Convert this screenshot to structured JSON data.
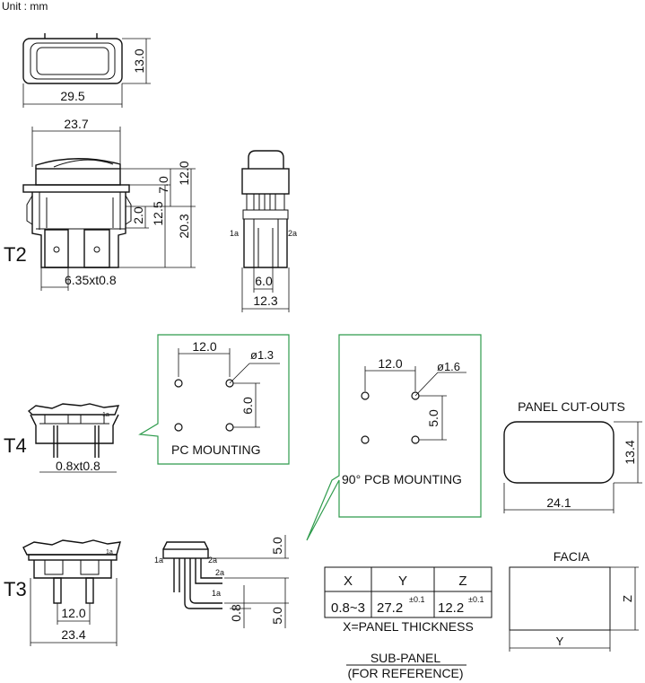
{
  "unit_label": "Unit : mm",
  "top_view": {
    "height": "13.0",
    "width": "29.5"
  },
  "t2": {
    "label": "T2",
    "overall_width": "23.7",
    "dim_12": "12.0",
    "dim_7": "7.0",
    "dim_2": "2.0",
    "dim_12_5": "12.5",
    "dim_20_3": "20.3",
    "terminal": "6.35xt0.8",
    "side_6": "6.0",
    "side_12_3": "12.3",
    "pin_left": "1a",
    "pin_right": "2a"
  },
  "t4": {
    "label": "T4",
    "pin": "0.8xt0.8",
    "pin_small": "1a"
  },
  "pc_mounting": {
    "title": "PC MOUNTING",
    "pitch_x": "12.0",
    "pitch_y": "6.0",
    "hole": "ø1.3"
  },
  "pcb_90": {
    "title": "90° PCB MOUNTING",
    "pitch_x": "12.0",
    "pitch_y": "5.0",
    "hole": "ø1.6"
  },
  "panel_cutouts": {
    "title": "PANEL CUT-OUTS",
    "width": "24.1",
    "height": "13.4"
  },
  "t3": {
    "label": "T3",
    "pitch": "12.0",
    "width": "23.4",
    "pin_small": "1a",
    "side_labels": [
      "1a",
      "2a",
      "2a",
      "1a"
    ],
    "dim_5_top": "5.0",
    "dim_0_8": "0.8",
    "dim_5_bottom": "5.0"
  },
  "table": {
    "headers": [
      "X",
      "Y",
      "Z"
    ],
    "values": [
      "0.8~3",
      "27.2",
      "12.2"
    ],
    "sup_y": "±0.1",
    "sup_z": "±0.1",
    "caption": "X=PANEL THICKNESS"
  },
  "sub_panel": {
    "line1": "SUB-PANEL",
    "line2": "(FOR REFERENCE)"
  },
  "facia": {
    "title": "FACIA",
    "y": "Y",
    "z": "Z"
  }
}
